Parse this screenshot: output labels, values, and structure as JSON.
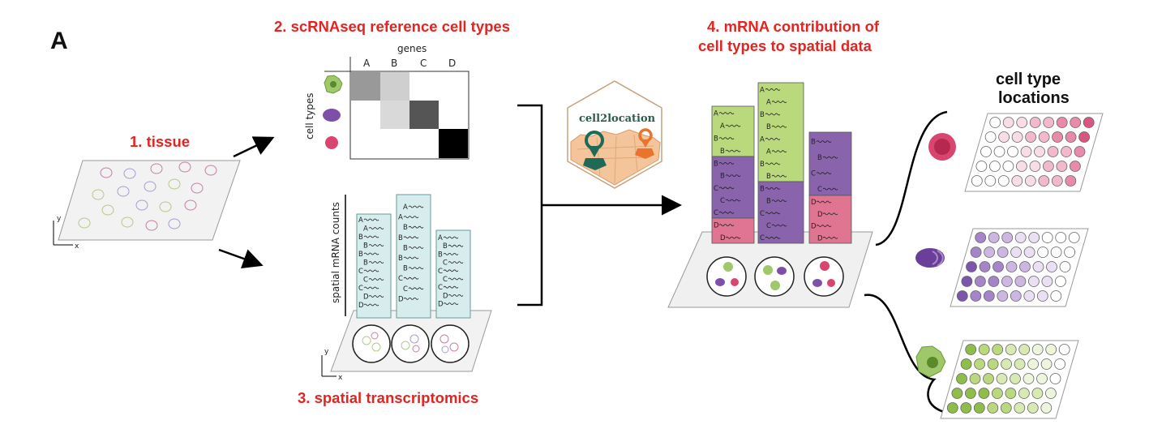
{
  "panel": {
    "letter": "A"
  },
  "steps": {
    "tissue": "1. tissue",
    "reference": "2. scRNAseq reference cell types",
    "spatial": "3. spatial transcriptomics",
    "contribution_line1": "4. mRNA contribution of",
    "contribution_line2": "cell types to spatial data"
  },
  "reference_matrix": {
    "columns_title": "genes",
    "rows_title": "cell types",
    "genes": [
      "A",
      "B",
      "C",
      "D"
    ]
  },
  "spatial_counts": {
    "axis_label": "spatial mRNA counts",
    "col1": [
      "A",
      "A",
      "B",
      "B",
      "B",
      "B",
      "C",
      "C",
      "C",
      "D",
      "D"
    ],
    "col2": [
      "A",
      "A",
      "B",
      "B",
      "B",
      "B",
      "B",
      "C",
      "C",
      "D"
    ],
    "col3": [
      "A",
      "B",
      "B",
      "C",
      "C",
      "C",
      "C",
      "D",
      "D"
    ]
  },
  "logo": {
    "text": "cell2location"
  },
  "deconv": {
    "col1_green": [
      "A",
      "A",
      "B",
      "B"
    ],
    "col1_purple": [
      "B",
      "B",
      "C",
      "C",
      "C"
    ],
    "col1_pink": [
      "D",
      "D"
    ],
    "col2_green": [
      "A",
      "A",
      "B",
      "B",
      "A",
      "A",
      "B",
      "B"
    ],
    "col2_purple": [
      "B",
      "B",
      "C",
      "C",
      "C"
    ],
    "col3_purple": [
      "B",
      "B",
      "C",
      "C"
    ],
    "col3_pink": [
      "D",
      "D",
      "D",
      "D"
    ]
  },
  "locations": {
    "line1": "cell type",
    "line2": "locations"
  },
  "axes": {
    "x": "x",
    "y": "y"
  },
  "colors": {
    "red_title": "#e32420",
    "green": "#b9d97c",
    "purple": "#8a63ad",
    "pink": "#e07592",
    "teal_box": "#d7ecec",
    "logo_bg": "#f4c59a"
  }
}
